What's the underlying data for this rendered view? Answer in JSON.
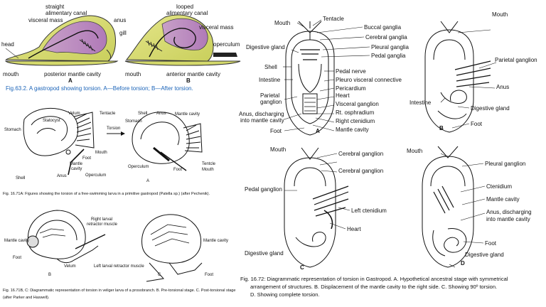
{
  "fig63": {
    "labels": {
      "straight": "straight",
      "alimentary_canal_1": "alimentary canal",
      "visceral_mass_1": "visceral mass",
      "head": "head",
      "mouth_1": "mouth",
      "posterior_mantle_cavity": "posterior mantle cavity",
      "A": "A",
      "anus": "anus",
      "gill": "gill",
      "looped": "looped",
      "alimentary_canal_2": "alimentary canal",
      "visceral_mass_2": "visceral mass",
      "operculum": "operculum",
      "mouth_2": "mouth",
      "anterior_mantle_cavity": "anterior mantle cavity",
      "B": "B"
    },
    "caption": "Fig.63.2. A gastropod showing torsion. A—Before torsion; B—After torsion."
  },
  "fig71a": {
    "labels": {
      "velum": "Velum",
      "statocyst": "Statocyst",
      "tentacle_1": "Tentacle",
      "stomach_1": "Stomach",
      "mouth_1": "Mouth",
      "foot_1": "Foot",
      "mantle": "Mantle",
      "cavity": "cavity",
      "anus_1": "Anus",
      "operculum_1": "Operculum",
      "shell_1": "Shell",
      "torsion": "Torsion",
      "shell_2": "Shell",
      "anus_2": "Anus",
      "mantle_cavity": "Mantle cavity",
      "stomach_2": "Stomach",
      "operculum_2": "Operculum",
      "foot_2": "Foot",
      "tentcle": "Tentcle",
      "mouth_2": "Mouth",
      "A": "A"
    },
    "caption": "Fig. 16.71A: Figures showing the torsion of a free-swimming larva in a primitive gastropod (Patella sp.) (after Pechenik)."
  },
  "fig71bc": {
    "labels": {
      "right_larval": "Right larval",
      "retractor_muscle": "retractor muscle",
      "mantle_cavity_1": "Mantle cavity",
      "mantle_cavity_2": "Mantle cavity",
      "foot_1": "Foot",
      "velum": "Velum",
      "left_larval": "Left larval retractor muscle",
      "B": "B",
      "C": "C",
      "foot_2": "Foot"
    },
    "caption": "Fig. 16.71B, C: Diagrammatic representation of torsion in veliger larva of a prosobranch. B. Pre-torsional stage. C. Post-torsional stage (after Parker and Haswell)."
  },
  "fig72": {
    "A": {
      "mouth": "Mouth",
      "tentacle": "Tentacle",
      "buccal_ganglia": "Buccal ganglia",
      "cerebral_ganglia": "Cerebral ganglia",
      "digestive_gland": "Digestive gland",
      "pleural_ganglia": "Pleural ganglia",
      "pedal_ganglia": "Pedal ganglia",
      "shell": "Shell",
      "pedal_nerve": "Pedal nerve",
      "intestine": "Intestine",
      "pleuro_visceral": "Pleuro visceral connective",
      "pericardium": "Pericardium",
      "heart": "Heart",
      "parietal_ganglion": "Parietal",
      "ganglion": "ganglion",
      "visceral_ganglion": "Visceral ganglion",
      "anus_discharging": "Anus, discharging",
      "into_mantle_cavity": "into mantle cavity",
      "rt_osphradium": "Rt. osphradium",
      "right_ctenidium": "Right ctenidium",
      "mantle_cavity": "Mantle cavity",
      "foot": "Foot",
      "letter": "A"
    },
    "B": {
      "mouth": "Mouth",
      "parietal_ganglion": "Parietal ganglion",
      "anus": "Anus",
      "intestine": "Intestine",
      "digestive_gland": "Digestive gland",
      "foot": "Foot",
      "letter": "B"
    },
    "C": {
      "mouth": "Mouth",
      "cerebral_ganglion_1": "Cerebral ganglion",
      "cerebral_ganglion_2": "Cerebral ganglion",
      "pedal_ganglion": "Pedal ganglion",
      "left_ctenidium": "Left ctenidium",
      "heart": "Heart",
      "digestive_gland": "Digestive gland",
      "letter": "C"
    },
    "D": {
      "mouth": "Mouth",
      "pleural_ganglion": "Pleural ganglion",
      "ctenidium": "Ctenidium",
      "mantle_cavity": "Mantle cavity",
      "anus_discharging": "Anus, discharging",
      "into_mantle_cavity": "into mantle cavity",
      "foot": "Foot",
      "digestive_gland": "Digestive gland",
      "letter": "D"
    },
    "caption_1": "Fig. 16.72: Diagrammatic representation of torsion in Gastropod. A. Hypothetical ancestral stage with symmetrical",
    "caption_2": "arrangement of structures. B. Displacement of the mantle cavity to the right side. C. Showing 90º torsion.",
    "caption_3": "D. Showing complete torsion."
  }
}
